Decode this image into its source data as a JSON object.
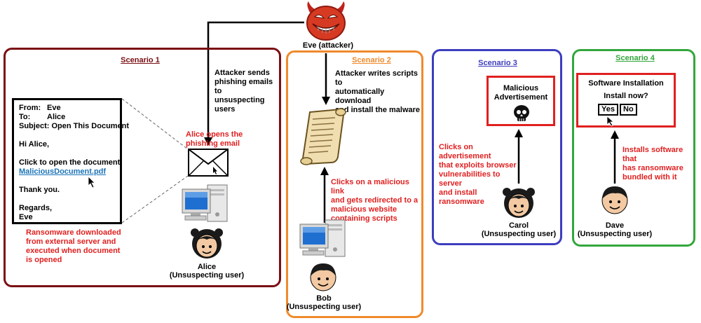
{
  "attacker": {
    "label": "Eve (attacker)"
  },
  "colors": {
    "scenario1": "#7a0f14",
    "scenario2": "#ef8a2c",
    "scenario3": "#3d3dbf",
    "scenario4": "#33a63c",
    "alert": "#e02020",
    "link": "#1a73b7"
  },
  "scenario1": {
    "title": "Scenario 1",
    "step_attacker": [
      "Attacker sends",
      "phishing emails to",
      "unsuspecting users"
    ],
    "step_open": [
      "Alice opens the",
      "phishing email"
    ],
    "email": {
      "from_label": "From:",
      "from_value": "Eve",
      "to_label": "To:",
      "to_value": "Alice",
      "subject": "Subject: Open This Document",
      "greeting": "Hi Alice,",
      "body": "Click to open the document.",
      "link": "MaliciousDocument.pdf",
      "thanks": "Thank you.",
      "regards": "Regards,",
      "signature": "Eve"
    },
    "note": [
      "Ransomware downloaded",
      "from external server and",
      "executed when document",
      "is opened"
    ],
    "user_name": "Alice",
    "user_role": "(Unsuspecting user)"
  },
  "scenario2": {
    "title": "Scenario 2",
    "step_attacker": [
      "Attacker writes scripts to",
      "automatically download",
      "and install the malware"
    ],
    "step_click": [
      "Clicks on a malicious link",
      "and gets redirected to a",
      "malicious website",
      "containing scripts"
    ],
    "user_name": "Bob",
    "user_role": "(Unsuspecting user)"
  },
  "scenario3": {
    "title": "Scenario 3",
    "ad_line1": "Malicious",
    "ad_line2": "Advertisement",
    "step_click": [
      "Clicks on advertisement",
      "that exploits browser",
      "vulnerabilities to server",
      "and install ransomware"
    ],
    "user_name": "Carol",
    "user_role": "(Unsuspecting user)"
  },
  "scenario4": {
    "title": "Scenario 4",
    "dialog_title": "Software Installation",
    "dialog_question": "Install now?",
    "yes_label": "Yes",
    "no_label": "No",
    "step_install": [
      "Installs software that",
      "has ransomware",
      "bundled with it"
    ],
    "user_name": "Dave",
    "user_role": "(Unsuspecting user)"
  }
}
